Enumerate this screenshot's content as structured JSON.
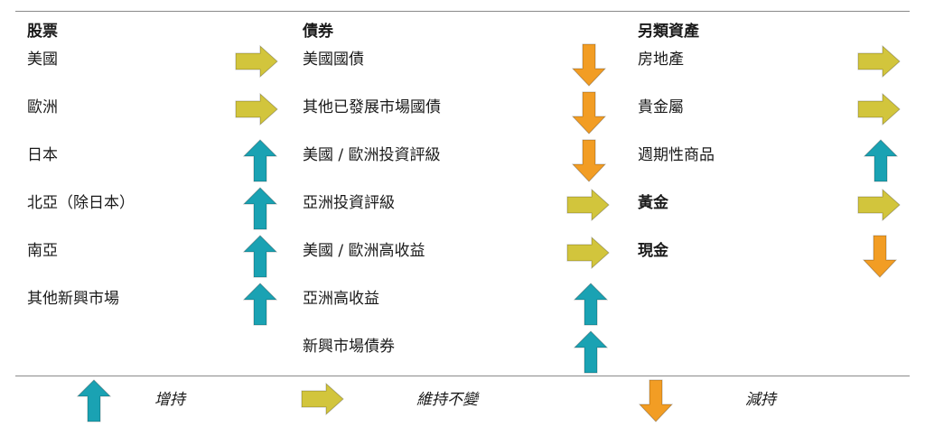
{
  "colors": {
    "up": "#1aa2b3",
    "flat": "#d2c53c",
    "down": "#f29d24"
  },
  "columns": [
    {
      "header": "股票",
      "rows": [
        {
          "label": "美國",
          "bold": false,
          "arrow": "flat"
        },
        {
          "label": "歐洲",
          "bold": false,
          "arrow": "flat"
        },
        {
          "label": "日本",
          "bold": false,
          "arrow": "up"
        },
        {
          "label": "北亞（除日本）",
          "bold": false,
          "arrow": "up"
        },
        {
          "label": "南亞",
          "bold": false,
          "arrow": "up"
        },
        {
          "label": "其他新興市場",
          "bold": false,
          "arrow": "up"
        }
      ]
    },
    {
      "header": "債券",
      "rows": [
        {
          "label": "美國國債",
          "bold": false,
          "arrow": "down"
        },
        {
          "label": "其他已發展市場國債",
          "bold": false,
          "arrow": "down"
        },
        {
          "label": "美國 / 歐洲投資評級",
          "bold": false,
          "arrow": "down"
        },
        {
          "label": "亞洲投資評級",
          "bold": false,
          "arrow": "flat"
        },
        {
          "label": "美國 / 歐洲高收益",
          "bold": false,
          "arrow": "flat"
        },
        {
          "label": "亞洲高收益",
          "bold": false,
          "arrow": "up"
        },
        {
          "label": "新興市場債券",
          "bold": false,
          "arrow": "up"
        }
      ]
    },
    {
      "header": "另類資產",
      "rows": [
        {
          "label": "房地產",
          "bold": false,
          "arrow": "flat"
        },
        {
          "label": "貴金屬",
          "bold": false,
          "arrow": "flat"
        },
        {
          "label": "週期性商品",
          "bold": false,
          "arrow": "up"
        },
        {
          "label": "黃金",
          "bold": true,
          "arrow": "flat"
        },
        {
          "label": "現金",
          "bold": true,
          "arrow": "down"
        }
      ]
    }
  ],
  "legend": [
    {
      "arrow": "up",
      "label": "增持"
    },
    {
      "arrow": "flat",
      "label": "維持不變"
    },
    {
      "arrow": "down",
      "label": "減持"
    }
  ]
}
